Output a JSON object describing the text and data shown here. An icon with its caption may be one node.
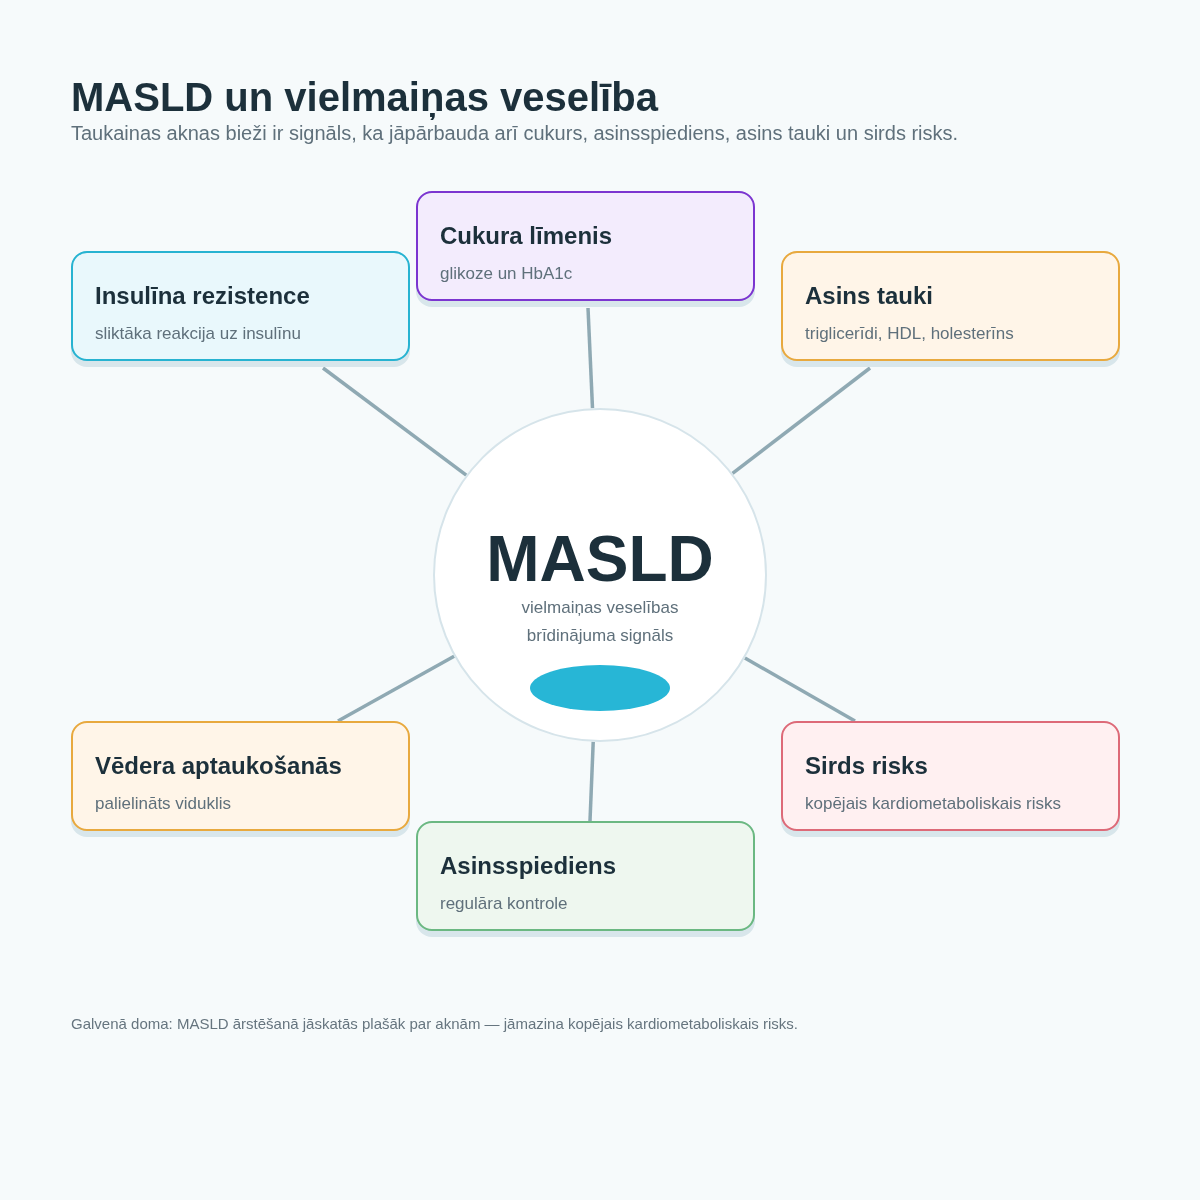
{
  "diagram": {
    "title": "MASLD un vielmaiņas veselība",
    "caption": "Galvenā doma: MASLD ārstēšanā jāskatās plašāk par aknām — jāmazina kopējais kardiometaboliskais risks.",
    "nodes": [
      {
        "text": [
          "Cukura līmenis",
          "glikoze un HbA1c"
        ]
      },
      {
        "text": [
          "Insulīna rezistence",
          "sliktāka reakcija uz insulīnu"
        ]
      },
      {
        "text": [
          "Asins tauki",
          "triglicerīdi, HDL, holesterīns"
        ]
      },
      {
        "text": [
          "MASLD",
          "vielmaiņas veselības brīdinājuma signāls"
        ]
      },
      {
        "text": [
          "Vēdera aptaukošanās",
          "palielināts viduklis"
        ]
      },
      {
        "text": [
          "Sirds risks",
          "kopējais kardiometaboliskais risks"
        ]
      },
      {
        "text": [
          "Asinsspiediens",
          "regulāra kontrole"
        ]
      }
    ],
    "edges": [
      {
        "from": 3,
        "to": 0,
        "arrow": "none"
      },
      {
        "from": 3,
        "to": 1,
        "arrow": "none"
      },
      {
        "from": 3,
        "to": 2,
        "arrow": "none"
      },
      {
        "from": 3,
        "to": 4,
        "arrow": "none"
      },
      {
        "from": 3,
        "to": 5,
        "arrow": "none"
      },
      {
        "from": 3,
        "to": 6,
        "arrow": "none"
      }
    ],
    "labels": [
      "Taukainas aknas bieži ir signāls, ka jāpārbauda arī cukurs, asinsspiediens, asins tauki un sirds risks."
    ]
  }
}
